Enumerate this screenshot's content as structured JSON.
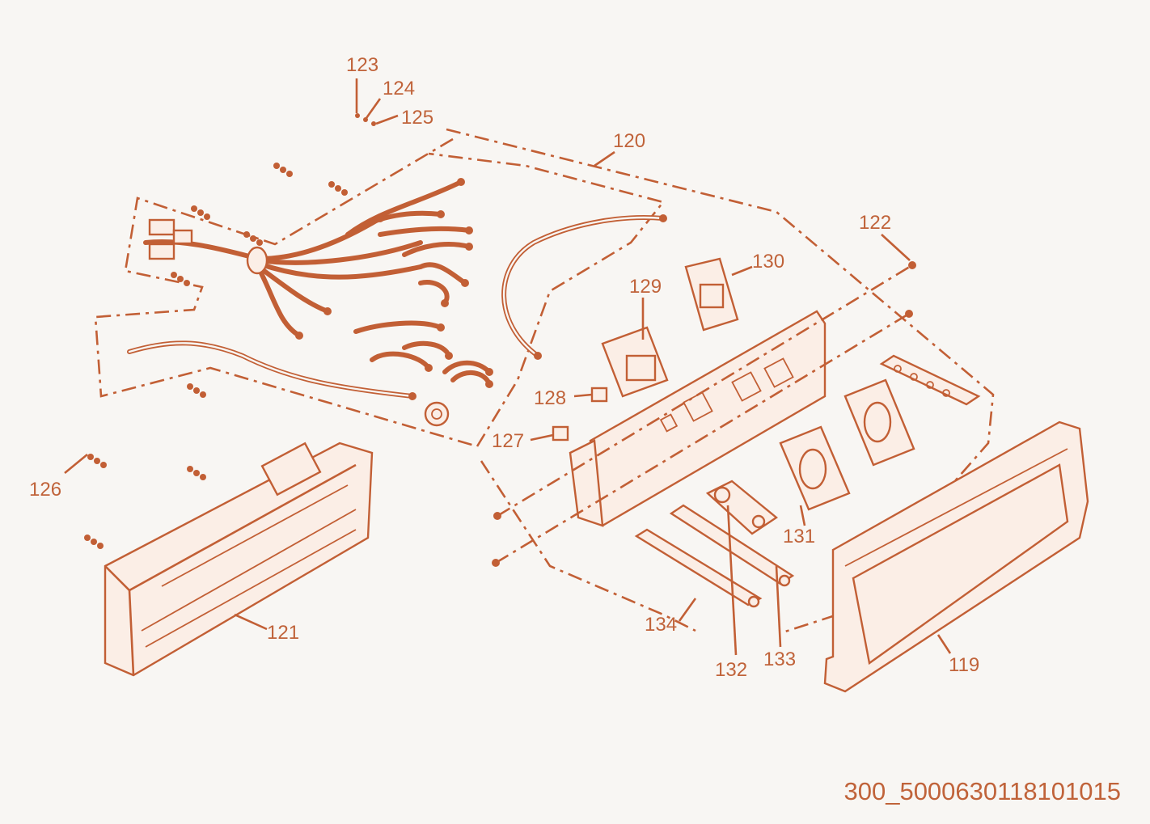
{
  "diagram": {
    "callouts": {
      "c119": "119",
      "c120": "120",
      "c121": "121",
      "c122": "122",
      "c123": "123",
      "c124": "124",
      "c125": "125",
      "c126": "126",
      "c127": "127",
      "c128": "128",
      "c129": "129",
      "c130": "130",
      "c131": "131",
      "c132": "132",
      "c133": "133",
      "c134": "134"
    },
    "figure_id": "300_5000630118101015"
  },
  "colors": {
    "line": "#c25f35",
    "label": "#c0633a",
    "background": "#f8f6f3"
  }
}
